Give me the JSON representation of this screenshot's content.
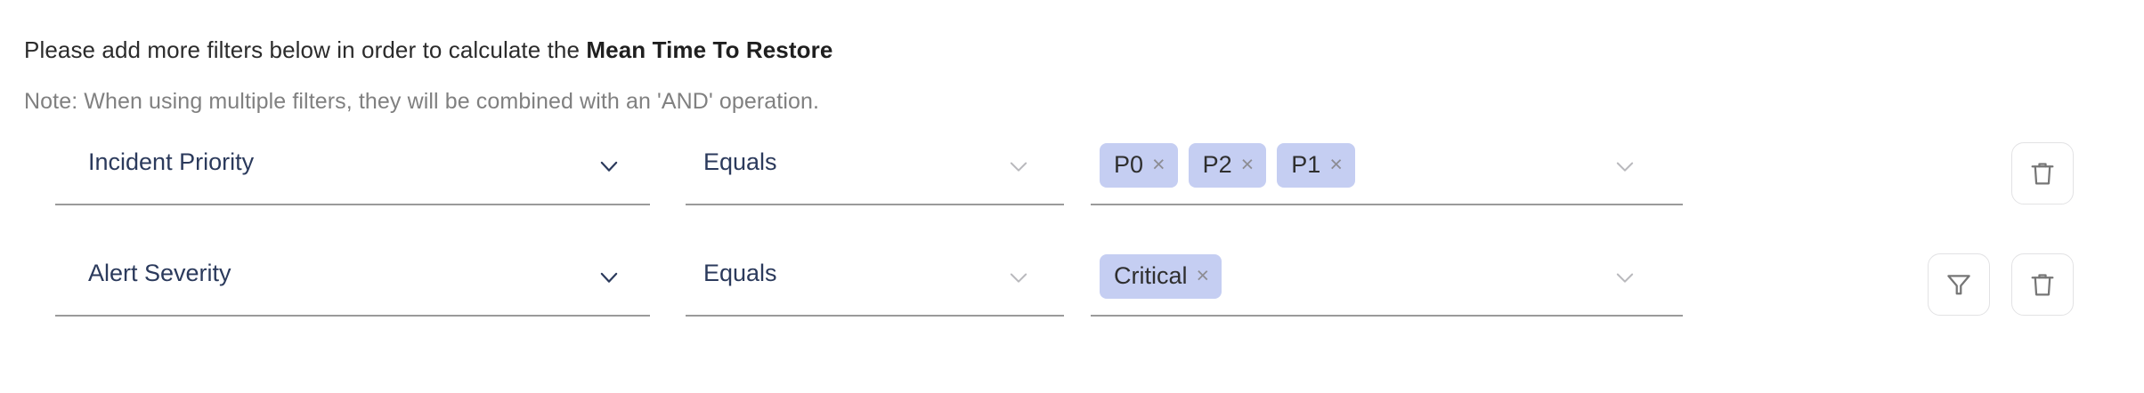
{
  "header": {
    "instruction_prefix": "Please add more filters below in order to calculate the ",
    "metric_name": "Mean Time To Restore",
    "note": "Note: When using multiple filters, they will be combined with an 'AND' operation."
  },
  "colors": {
    "token_background": "#c5cef2",
    "field_text": "#2b3a5c",
    "field_underline": "#9a9a9a",
    "note_text": "#808080",
    "icon_stroke": "#767676",
    "button_border": "#e2e2e4"
  },
  "filters": [
    {
      "attribute": "Incident Priority",
      "attribute_chevron": "chevron-down-icon",
      "operator": "Equals",
      "operator_chevron": "chevron-down-icon",
      "value_chevron": "chevron-down-icon",
      "values": [
        {
          "label": "P0",
          "remove": "×"
        },
        {
          "label": "P2",
          "remove": "×"
        },
        {
          "label": "P1",
          "remove": "×"
        }
      ],
      "actions": [
        {
          "name": "delete-filter-button",
          "icon": "trash-icon"
        }
      ]
    },
    {
      "attribute": "Alert Severity",
      "attribute_chevron": "chevron-down-icon",
      "operator": "Equals",
      "operator_chevron": "chevron-down-icon",
      "value_chevron": "chevron-down-icon",
      "values": [
        {
          "label": "Critical",
          "remove": "×"
        }
      ],
      "actions": [
        {
          "name": "sub-filter-button",
          "icon": "funnel-icon"
        },
        {
          "name": "delete-filter-button",
          "icon": "trash-icon"
        }
      ]
    }
  ]
}
